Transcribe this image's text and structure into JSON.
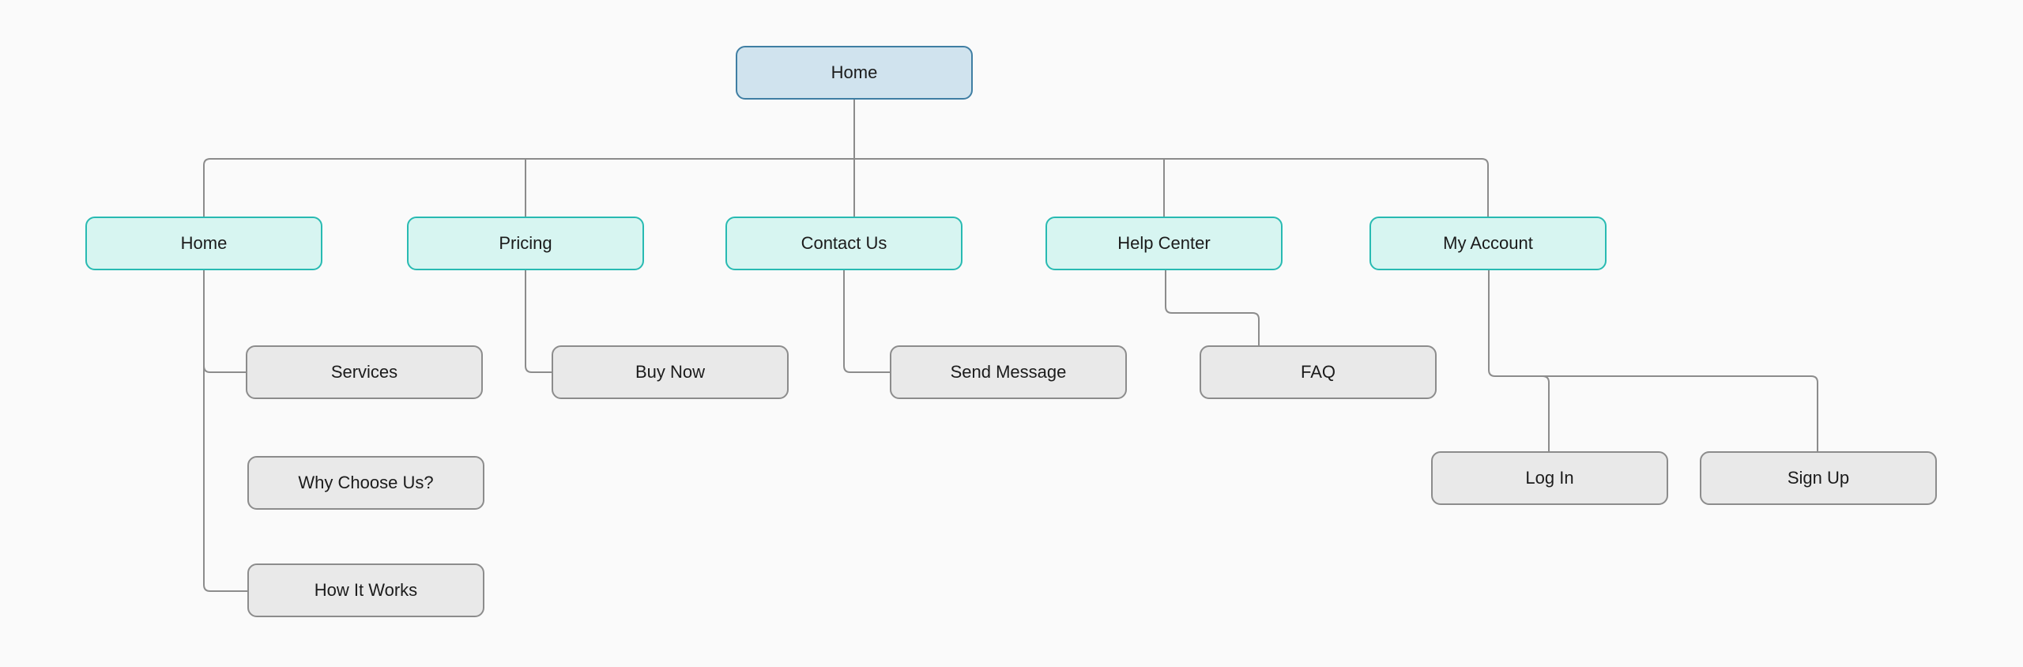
{
  "diagram": {
    "title": "Website sitemap flowchart",
    "type": "tree-flowchart"
  },
  "nodes": {
    "root_home": {
      "label": "Home",
      "level": "root"
    },
    "home": {
      "label": "Home",
      "level": "branch"
    },
    "pricing": {
      "label": "Pricing",
      "level": "branch"
    },
    "contact_us": {
      "label": "Contact Us",
      "level": "branch"
    },
    "help_center": {
      "label": "Help Center",
      "level": "branch"
    },
    "my_account": {
      "label": "My Account",
      "level": "branch"
    },
    "services": {
      "label": "Services",
      "level": "leaf"
    },
    "buy_now": {
      "label": "Buy Now",
      "level": "leaf"
    },
    "send_message": {
      "label": "Send Message",
      "level": "leaf"
    },
    "faq": {
      "label": "FAQ",
      "level": "leaf"
    },
    "why_choose_us": {
      "label": "Why Choose Us?",
      "level": "leaf"
    },
    "log_in": {
      "label": "Log In",
      "level": "leaf"
    },
    "sign_up": {
      "label": "Sign Up",
      "level": "leaf"
    },
    "how_it_works": {
      "label": "How It Works",
      "level": "leaf"
    }
  },
  "edges": [
    {
      "from": "root_home",
      "to": "home"
    },
    {
      "from": "root_home",
      "to": "pricing"
    },
    {
      "from": "root_home",
      "to": "contact_us"
    },
    {
      "from": "root_home",
      "to": "help_center"
    },
    {
      "from": "root_home",
      "to": "my_account"
    },
    {
      "from": "home",
      "to": "services"
    },
    {
      "from": "home",
      "to": "how_it_works"
    },
    {
      "from": "pricing",
      "to": "buy_now"
    },
    {
      "from": "contact_us",
      "to": "send_message"
    },
    {
      "from": "help_center",
      "to": "faq"
    },
    {
      "from": "my_account",
      "to": "log_in"
    },
    {
      "from": "my_account",
      "to": "sign_up"
    }
  ],
  "colors": {
    "bg": "#fafafa",
    "line": "#8c8c8c",
    "text": "#1b1b1b",
    "root_fill": "#d0e3ee",
    "root_border": "#3f7ea3",
    "branch_fill": "#d7f5f1",
    "branch_border": "#28bab2",
    "leaf_fill": "#e9e9e9",
    "leaf_border": "#8c8c8c"
  }
}
